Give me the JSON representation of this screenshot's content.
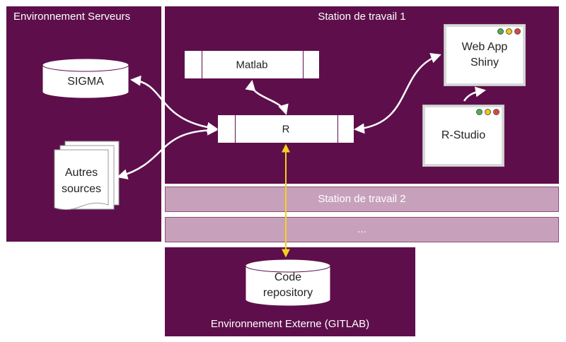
{
  "panels": {
    "servers": {
      "title": "Environnement Serveurs"
    },
    "workstation1": {
      "title": "Station de travail 1"
    },
    "external": {
      "title": "Environnement Externe (GITLAB)"
    }
  },
  "bands": {
    "workstation2": "Station de travail 2",
    "more": "..."
  },
  "nodes": {
    "sigma": "SIGMA",
    "autres_line1": "Autres",
    "autres_line2": "sources",
    "matlab": "Matlab",
    "r": "R",
    "webapp_line1": "Web App",
    "webapp_line2": "Shiny",
    "rstudio": "R-Studio",
    "code_line1": "Code",
    "code_line2": "repository"
  },
  "colors": {
    "panel": "#5e0f4b",
    "band": "#c7a1bb",
    "arrow_white": "#ffffff",
    "arrow_yellow": "#f2d21b"
  }
}
